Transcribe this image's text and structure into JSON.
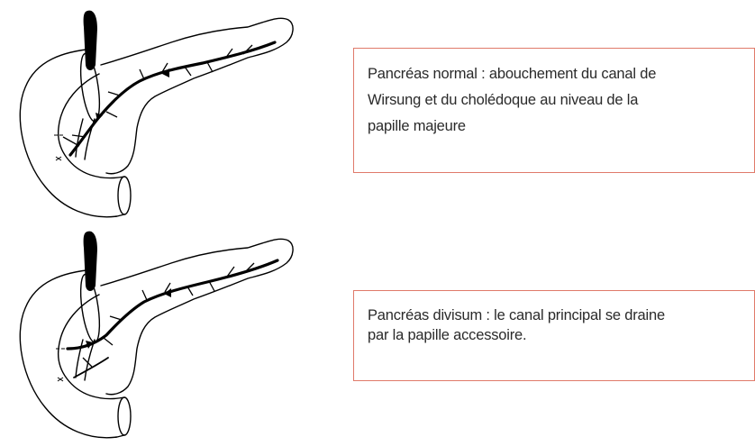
{
  "panels": [
    {
      "id": "normal",
      "caption": "Pancréas normal : abouchement du canal de\nWirsung et du cholédoque au niveau de la\npapille majeure"
    },
    {
      "id": "divisum",
      "caption": "Pancréas divisum : le canal principal se draine\npar la papille accessoire."
    }
  ],
  "colors": {
    "caption_border": "#e07a6a",
    "line": "#000000"
  }
}
